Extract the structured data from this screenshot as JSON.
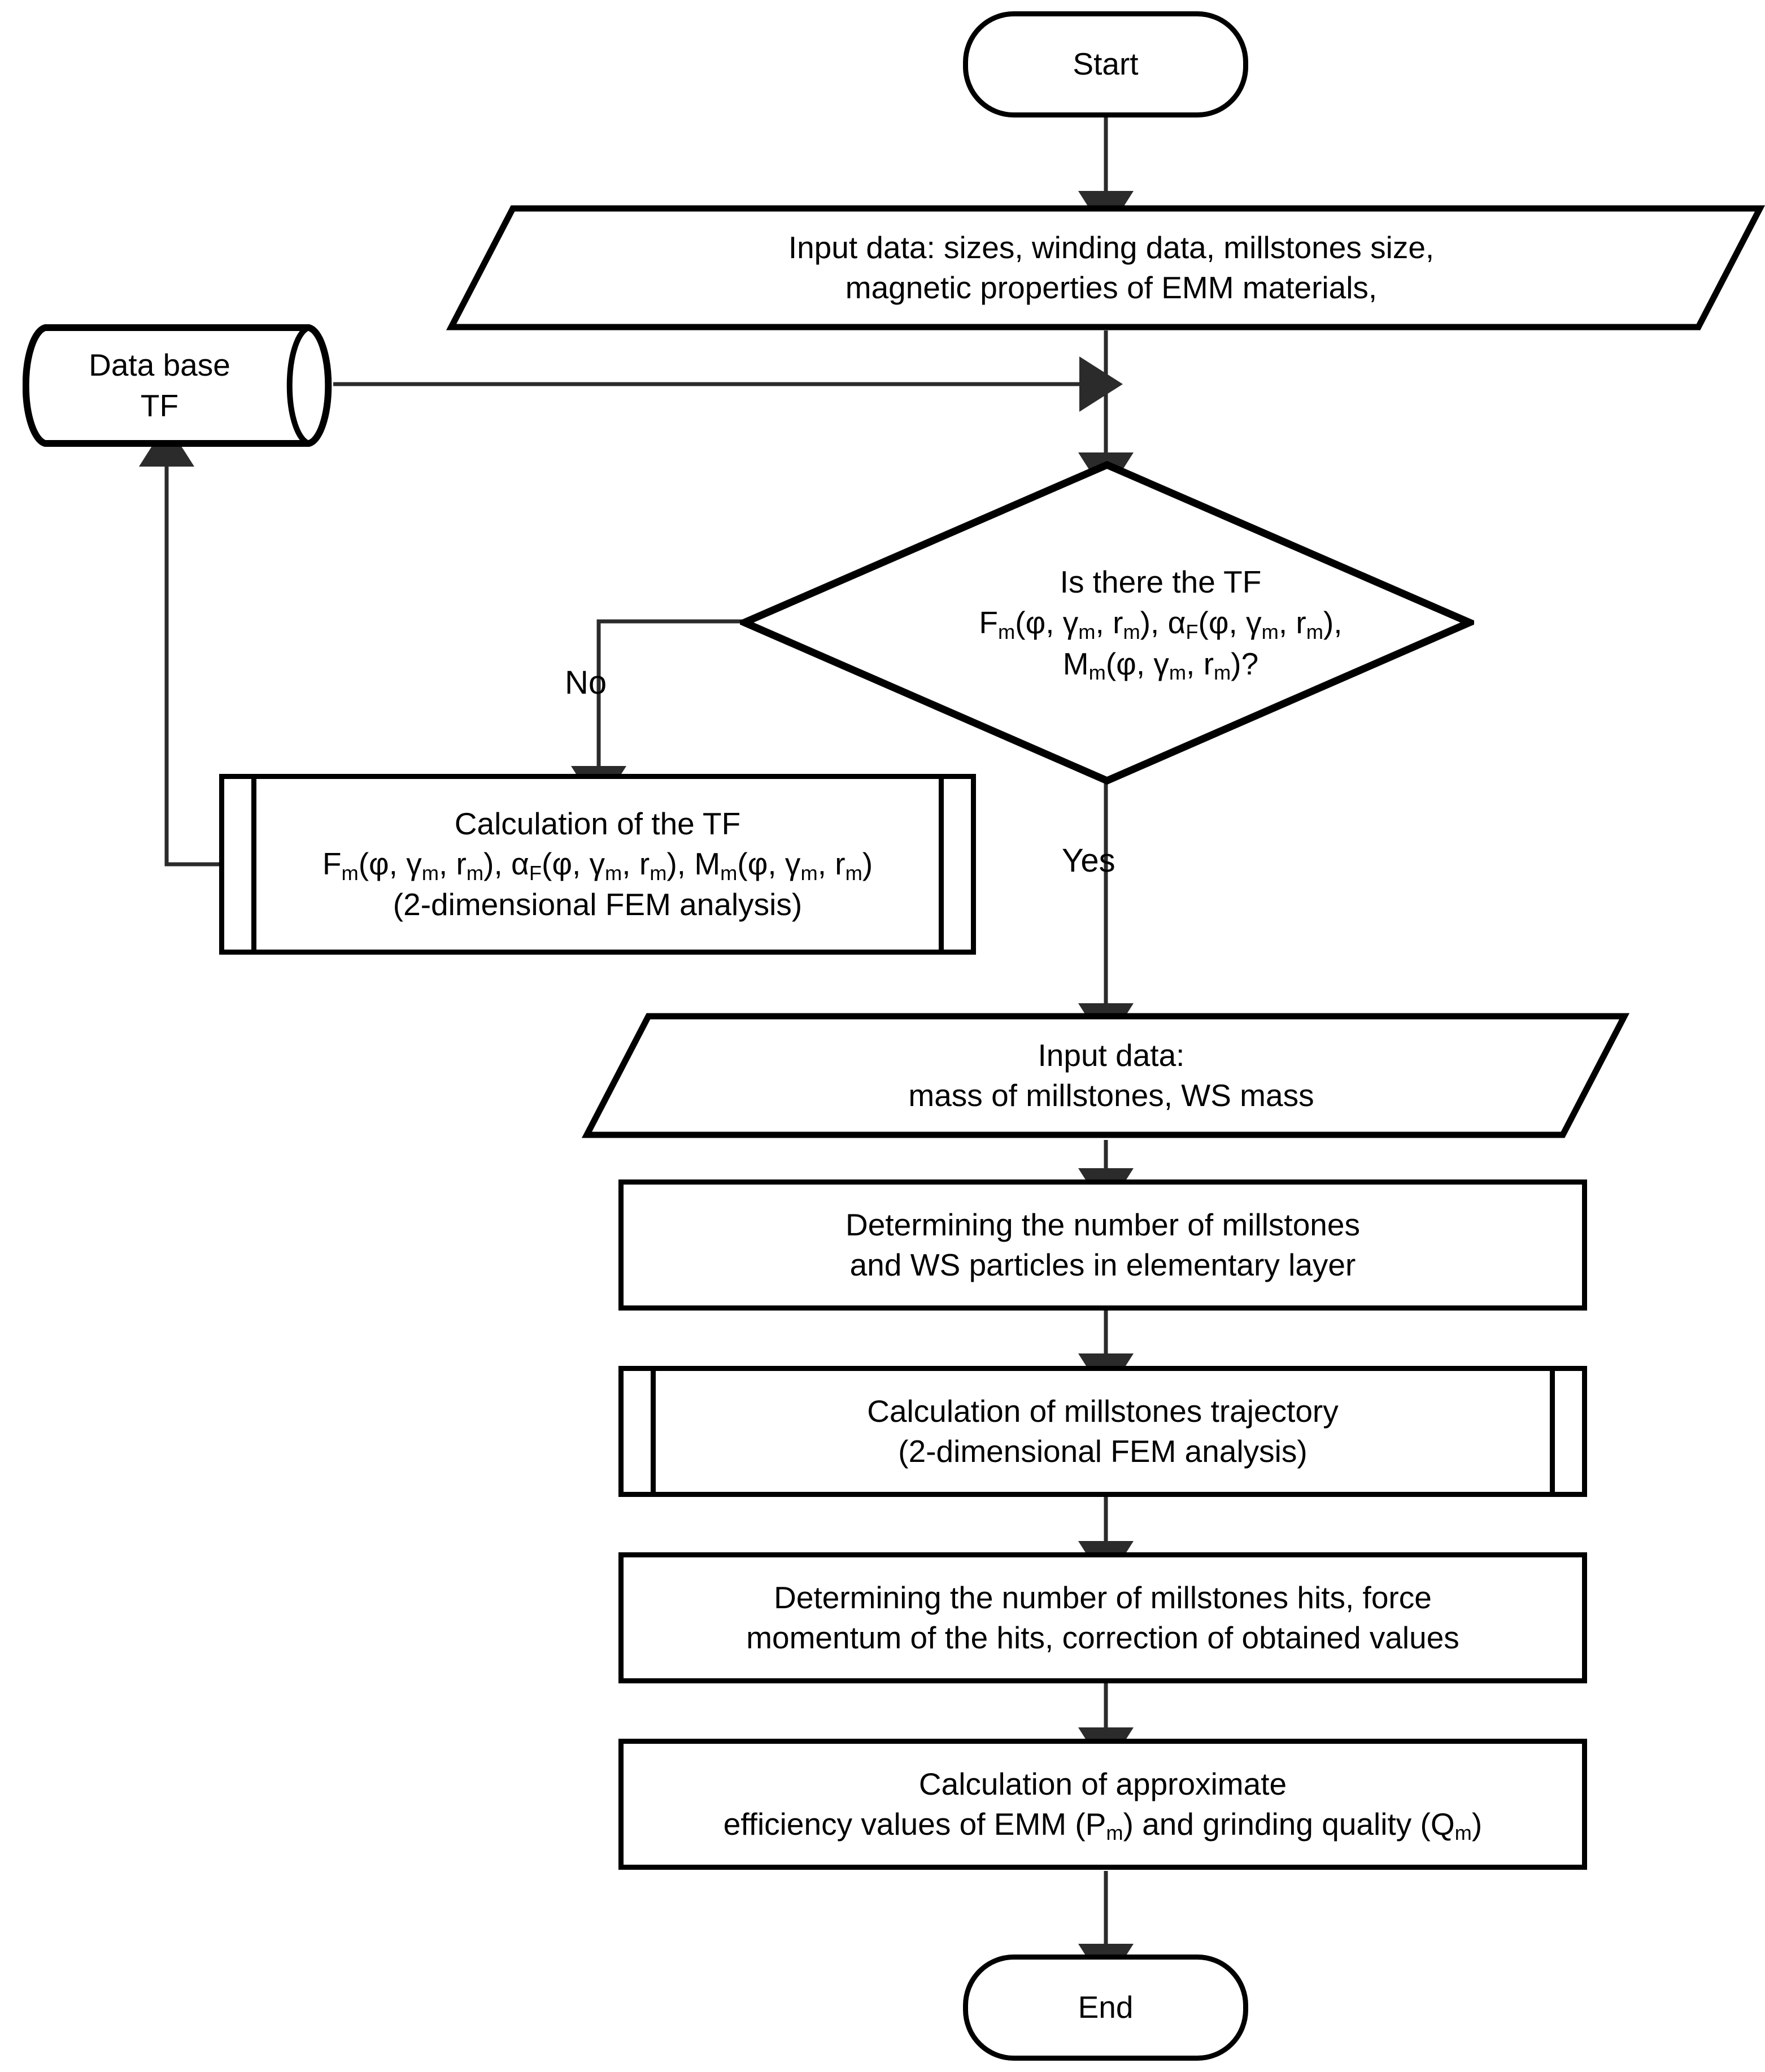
{
  "diagram": {
    "type": "flowchart",
    "title": "EMM millstones grinding simulation algorithm",
    "accent_color": "#000000",
    "background_color": "#ffffff"
  },
  "nodes": {
    "start": {
      "label": "Start",
      "shape": "terminator"
    },
    "input_1": {
      "line1": "Input data: sizes, winding data, millstones size,",
      "line2": "magnetic properties of EMM materials,",
      "shape": "parallelogram"
    },
    "database": {
      "line1": "Data base",
      "line2": "TF",
      "shape": "cylinder"
    },
    "decision": {
      "line1": "Is there the TF",
      "line2_a": "F",
      "line2_a_sub": "m",
      "line2_b": "(φ, γ",
      "line2_b_sub": "m",
      "line2_c": ", r",
      "line2_c_sub": "m",
      "line2_d": "), α",
      "line2_d_sub": "F",
      "line2_e": "(φ, γ",
      "line2_e_sub": "m",
      "line2_f": ", r",
      "line2_f_sub": "m",
      "line2_g": "),",
      "line3_a": "M",
      "line3_a_sub": "m",
      "line3_b": "(φ, γ",
      "line3_b_sub": "m",
      "line3_c": ", r",
      "line3_c_sub": "m",
      "line3_d": ")?",
      "shape": "diamond"
    },
    "calc_tf": {
      "line1": "Calculation of the TF",
      "line2_a": "F",
      "line2_a_sub": "m",
      "line2_b": "(φ, γ",
      "line2_b_sub": "m",
      "line2_c": ", r",
      "line2_c_sub": "m",
      "line2_d": "), α",
      "line2_d_sub": "F",
      "line2_e": "(φ, γ",
      "line2_e_sub": "m",
      "line2_f": ", r",
      "line2_f_sub": "m",
      "line2_g": "), M",
      "line2_g_sub": "m",
      "line2_h": "(φ, γ",
      "line2_h_sub": "m",
      "line2_i": ", r",
      "line2_i_sub": "m",
      "line2_j": ")",
      "line3": "(2-dimensional FEM analysis)",
      "shape": "predefined-process"
    },
    "input_2": {
      "line1": "Input data:",
      "line2": "mass of millstones, WS mass",
      "shape": "parallelogram"
    },
    "determine_number": {
      "line1": "Determining the number of millstones",
      "line2": "and WS particles in elementary layer",
      "shape": "process"
    },
    "calc_trajectory": {
      "line1": "Calculation of millstones trajectory",
      "line2": "(2-dimensional FEM analysis)",
      "shape": "predefined-process"
    },
    "determine_hits": {
      "line1": "Determining the number of millstones hits, force",
      "line2": "momentum of the hits, correction of obtained values",
      "shape": "process"
    },
    "calc_efficiency": {
      "line1": "Calculation of approximate",
      "line2_a": "efficiency values of EMM (P",
      "line2_a_sub": "m",
      "line2_b": ") and grinding quality (Q",
      "line2_b_sub": "m",
      "line2_c": ")",
      "shape": "process"
    },
    "end": {
      "label": "End",
      "shape": "terminator"
    }
  },
  "edge_labels": {
    "no": "No",
    "yes": "Yes"
  },
  "edges": [
    {
      "from": "start",
      "to": "input_1",
      "label": ""
    },
    {
      "from": "database",
      "to": "decision",
      "label": ""
    },
    {
      "from": "input_1",
      "to": "decision",
      "label": ""
    },
    {
      "from": "decision",
      "to": "calc_tf",
      "label": "No"
    },
    {
      "from": "calc_tf",
      "to": "database",
      "label": ""
    },
    {
      "from": "decision",
      "to": "input_2",
      "label": "Yes"
    },
    {
      "from": "input_2",
      "to": "determine_number",
      "label": ""
    },
    {
      "from": "determine_number",
      "to": "calc_trajectory",
      "label": ""
    },
    {
      "from": "calc_trajectory",
      "to": "determine_hits",
      "label": ""
    },
    {
      "from": "determine_hits",
      "to": "calc_efficiency",
      "label": ""
    },
    {
      "from": "calc_efficiency",
      "to": "end",
      "label": ""
    }
  ]
}
